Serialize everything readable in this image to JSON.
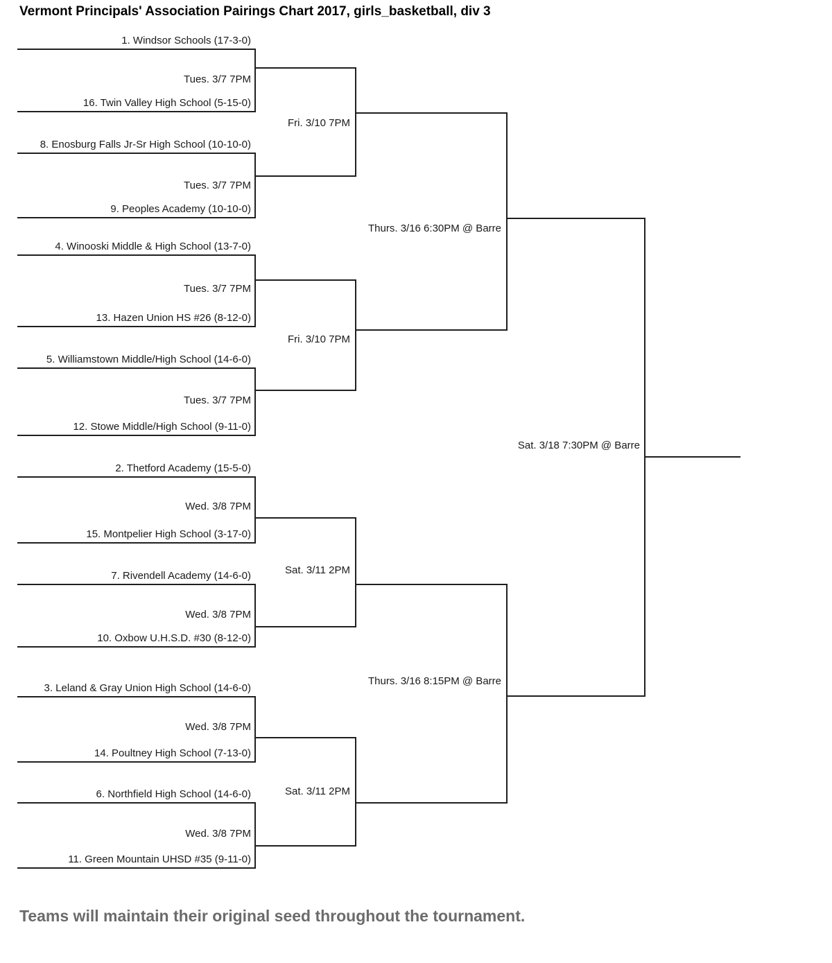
{
  "title": "Vermont Principals' Association Pairings Chart 2017, girls_basketball, div 3",
  "footer": "Teams will maintain their original seed throughout the tournament.",
  "colors": {
    "line": "#1f1f1f",
    "text": "#1a1a1a",
    "footer_text": "#6b6b6b",
    "background": "#ffffff"
  },
  "bracket": {
    "round1": [
      {
        "top": "1. Windsor Schools (17-3-0)",
        "date": "Tues. 3/7 7PM",
        "bottom": "16. Twin Valley High School (5-15-0)"
      },
      {
        "top": "8. Enosburg Falls Jr-Sr High School (10-10-0)",
        "date": "Tues. 3/7 7PM",
        "bottom": "9. Peoples Academy (10-10-0)"
      },
      {
        "top": "4. Winooski Middle & High School (13-7-0)",
        "date": "Tues. 3/7 7PM",
        "bottom": "13. Hazen Union HS #26 (8-12-0)"
      },
      {
        "top": "5. Williamstown Middle/High School (14-6-0)",
        "date": "Tues. 3/7 7PM",
        "bottom": "12. Stowe Middle/High School (9-11-0)"
      },
      {
        "top": "2. Thetford Academy (15-5-0)",
        "date": "Wed. 3/8 7PM",
        "bottom": "15. Montpelier High School (3-17-0)"
      },
      {
        "top": "7. Rivendell Academy (14-6-0)",
        "date": "Wed. 3/8 7PM",
        "bottom": "10. Oxbow U.H.S.D. #30 (8-12-0)"
      },
      {
        "top": "3. Leland & Gray Union High School (14-6-0)",
        "date": "Wed. 3/8 7PM",
        "bottom": "14. Poultney High School (7-13-0)"
      },
      {
        "top": "6. Northfield High School (14-6-0)",
        "date": "Wed. 3/8 7PM",
        "bottom": "11. Green Mountain UHSD #35 (9-11-0)"
      }
    ],
    "quarterfinals": [
      {
        "date": "Fri. 3/10 7PM"
      },
      {
        "date": "Fri. 3/10 7PM"
      },
      {
        "date": "Sat. 3/11 2PM"
      },
      {
        "date": "Sat. 3/11 2PM"
      }
    ],
    "semifinals": [
      {
        "date": "Thurs. 3/16 6:30PM @ Barre"
      },
      {
        "date": "Thurs. 3/16 8:15PM @ Barre"
      }
    ],
    "final": {
      "date": "Sat. 3/18 7:30PM @ Barre"
    }
  }
}
